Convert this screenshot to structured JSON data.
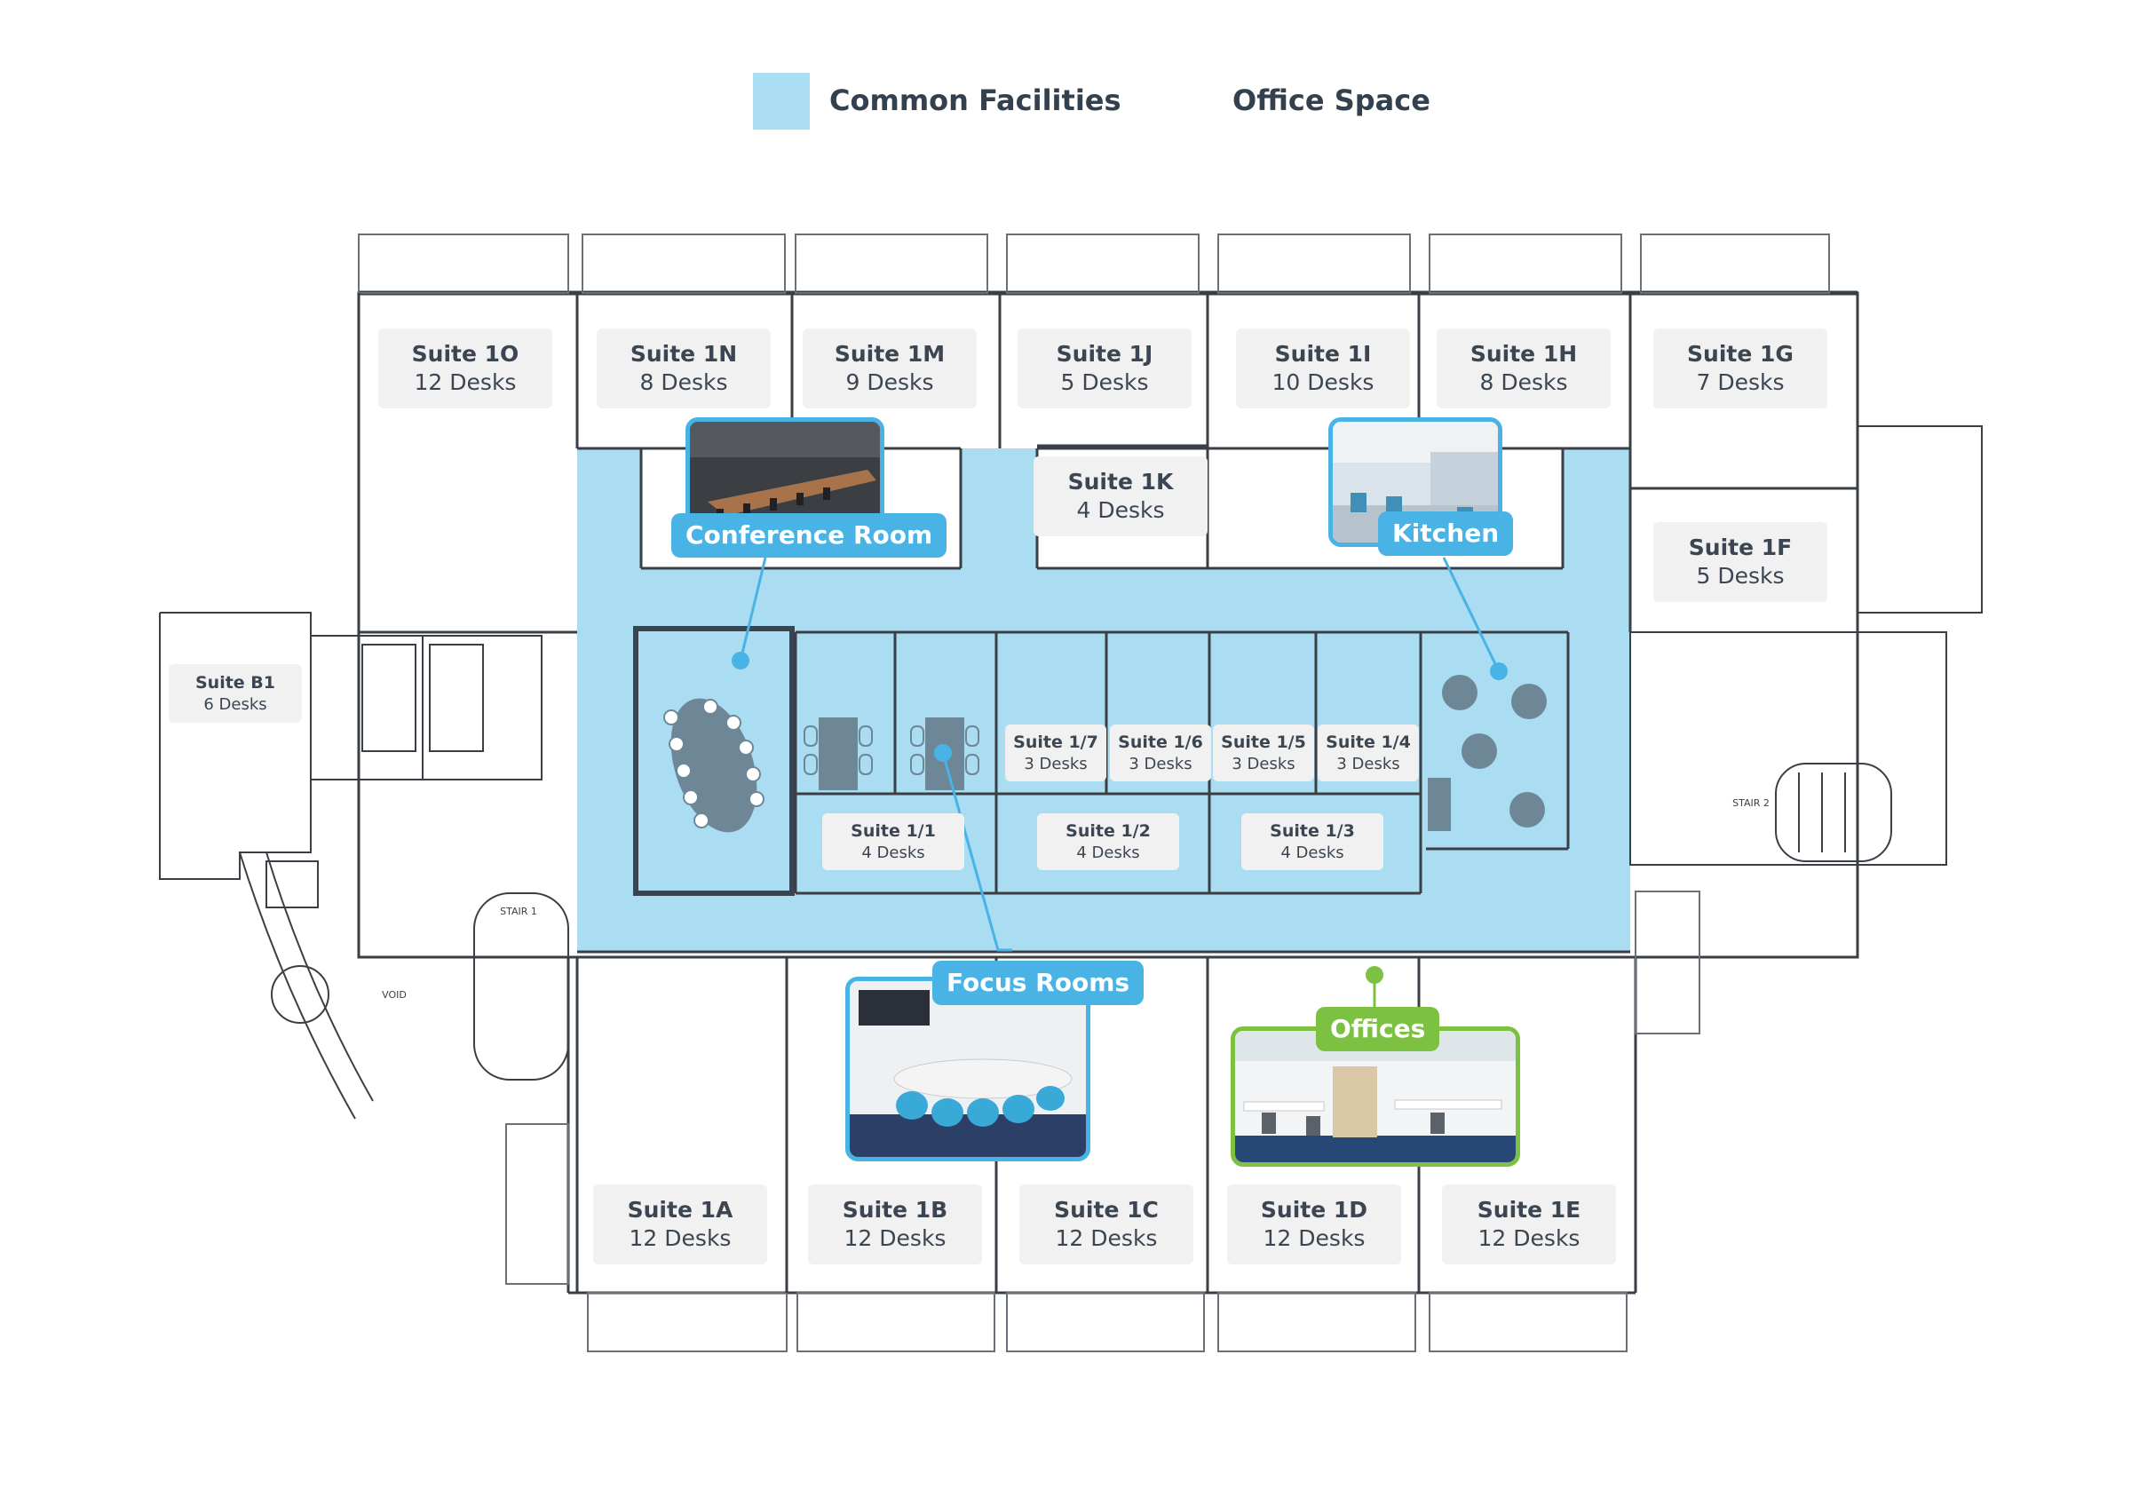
{
  "legend": {
    "common_label": "Common Facilities",
    "office_label": "Office Space",
    "common_color": "#aadcf2"
  },
  "suites": {
    "s1o": {
      "name": "Suite 1O",
      "desks": "12 Desks"
    },
    "s1n": {
      "name": "Suite 1N",
      "desks": "8 Desks"
    },
    "s1m": {
      "name": "Suite 1M",
      "desks": "9 Desks"
    },
    "s1j": {
      "name": "Suite 1J",
      "desks": "5 Desks"
    },
    "s1i": {
      "name": "Suite 1I",
      "desks": "10 Desks"
    },
    "s1h": {
      "name": "Suite 1H",
      "desks": "8 Desks"
    },
    "s1g": {
      "name": "Suite 1G",
      "desks": "7 Desks"
    },
    "s1k": {
      "name": "Suite 1K",
      "desks": "4 Desks"
    },
    "s1f": {
      "name": "Suite 1F",
      "desks": "5 Desks"
    },
    "sb1": {
      "name": "Suite B1",
      "desks": "6 Desks"
    },
    "s17": {
      "name": "Suite 1/7",
      "desks": "3 Desks"
    },
    "s16": {
      "name": "Suite 1/6",
      "desks": "3 Desks"
    },
    "s15": {
      "name": "Suite 1/5",
      "desks": "3 Desks"
    },
    "s14": {
      "name": "Suite 1/4",
      "desks": "3 Desks"
    },
    "s11": {
      "name": "Suite 1/1",
      "desks": "4 Desks"
    },
    "s12": {
      "name": "Suite 1/2",
      "desks": "4 Desks"
    },
    "s13": {
      "name": "Suite 1/3",
      "desks": "4 Desks"
    },
    "s1a": {
      "name": "Suite 1A",
      "desks": "12 Desks"
    },
    "s1b": {
      "name": "Suite 1B",
      "desks": "12 Desks"
    },
    "s1c": {
      "name": "Suite 1C",
      "desks": "12 Desks"
    },
    "s1d": {
      "name": "Suite 1D",
      "desks": "12 Desks"
    },
    "s1e": {
      "name": "Suite 1E",
      "desks": "12 Desks"
    }
  },
  "features": {
    "conference": "Conference Room",
    "kitchen": "Kitchen",
    "focus": "Focus Rooms",
    "offices": "Offices"
  },
  "plan_labels": {
    "stair1": "STAIR 1",
    "stair2": "STAIR 2",
    "void": "VOID"
  },
  "colors": {
    "common": "#aadcf2",
    "accent_blue": "#48b3e4",
    "accent_green": "#7dc142",
    "wall": "#3a3f45"
  }
}
